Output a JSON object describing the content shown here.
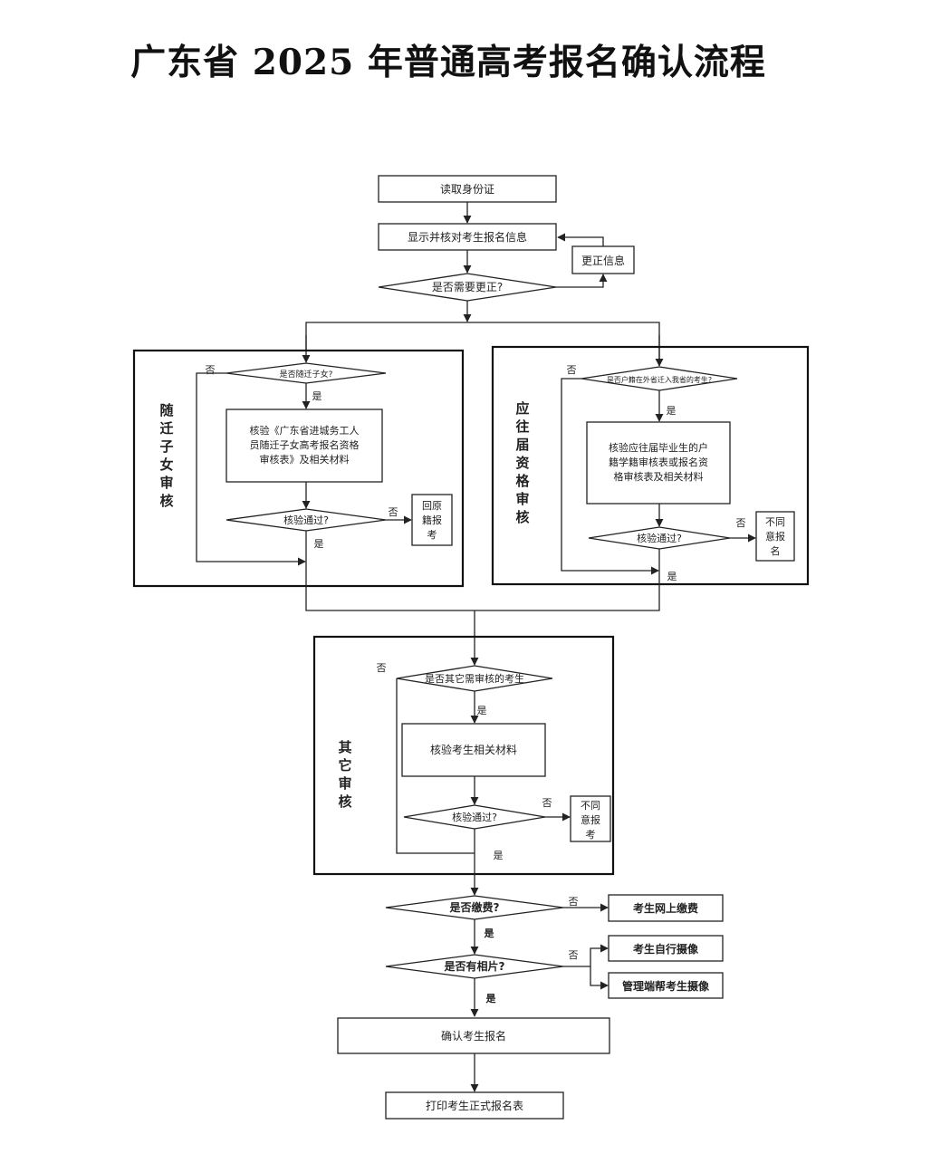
{
  "title": "广东省 2025 年普通高考报名确认流程",
  "steps": {
    "read_id": "读取身份证",
    "show_info": "显示并核对考生报名信息",
    "correct_info": "更正信息",
    "need_correct": "是否需要更正?",
    "confirm": "确认考生报名",
    "print": "打印考生正式报名表"
  },
  "section_left": {
    "title": [
      "随",
      "迁",
      "子",
      "女",
      "审",
      "核"
    ],
    "question": "是否随迁子女?",
    "verify_lines": [
      "核验《广东省进城务工人",
      "员随迁子女高考报名资格",
      "审核表》及相关材料"
    ],
    "passed": "核验通过?",
    "fail_lines": [
      "回原",
      "籍报",
      "考"
    ]
  },
  "section_right": {
    "title": [
      "应",
      "往",
      "届",
      "资",
      "格",
      "审",
      "核"
    ],
    "question": "是否户籍在外省迁入我省的考生?",
    "verify_lines": [
      "核验应往届毕业生的户",
      "籍学籍审核表或报名资",
      "格审核表及相关材料"
    ],
    "passed": "核验通过?",
    "fail_lines": [
      "不同",
      "意报",
      "名"
    ]
  },
  "section_other": {
    "title": [
      "其",
      "它",
      "审",
      "核"
    ],
    "question": "是否其它需审核的考生",
    "verify": "核验考生相关材料",
    "passed": "核验通过?",
    "fail_lines": [
      "不同",
      "意报",
      "考"
    ]
  },
  "payment": {
    "question": "是否缴费?",
    "no_action": "考生网上缴费"
  },
  "photo": {
    "question": "是否有相片?",
    "no_action_1": "考生自行摄像",
    "no_action_2": "管理端帮考生摄像"
  },
  "labels": {
    "yes": "是",
    "no": "否"
  }
}
